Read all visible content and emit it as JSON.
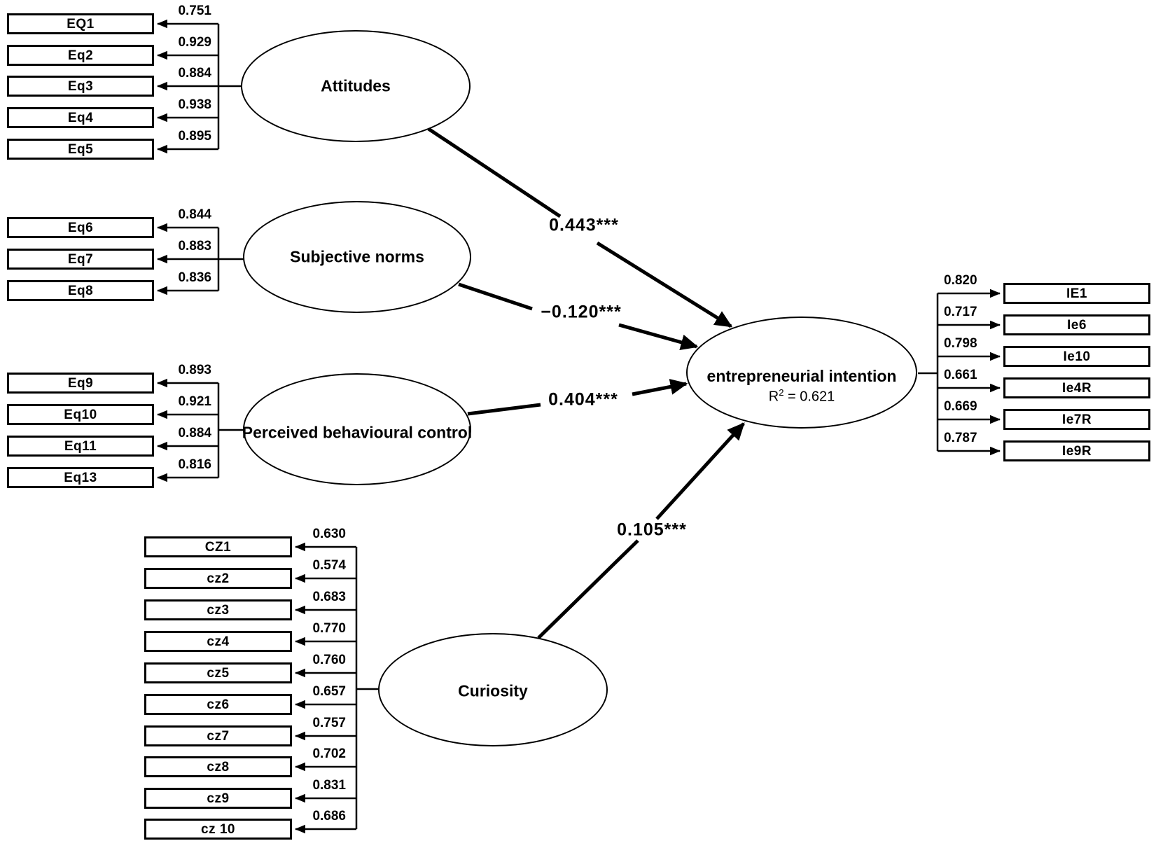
{
  "diagram_type": "structural-equation-model",
  "latents": {
    "attitudes": {
      "label": "Attitudes",
      "path_coefficient": "0.443***"
    },
    "subjective_norms": {
      "label": "Subjective norms",
      "path_coefficient": "−0.120***"
    },
    "perceived_behavioural_control": {
      "label": "Perceived behavioural control",
      "path_coefficient": "0.404***"
    },
    "curiosity": {
      "label": "Curiosity",
      "path_coefficient": "0.105***"
    }
  },
  "outcome": {
    "label": "entrepreneurial intention",
    "r_squared_base": "R",
    "r_squared_exponent": "2",
    "r_squared_value": " = 0.621"
  },
  "indicators": {
    "attitudes": [
      {
        "name": "EQ1",
        "loading": "0.751"
      },
      {
        "name": "Eq2",
        "loading": "0.929"
      },
      {
        "name": "Eq3",
        "loading": "0.884"
      },
      {
        "name": "Eq4",
        "loading": "0.938"
      },
      {
        "name": "Eq5",
        "loading": "0.895"
      }
    ],
    "subjective_norms": [
      {
        "name": "Eq6",
        "loading": "0.844"
      },
      {
        "name": "Eq7",
        "loading": "0.883"
      },
      {
        "name": "Eq8",
        "loading": "0.836"
      }
    ],
    "perceived_behavioural_control": [
      {
        "name": "Eq9",
        "loading": "0.893"
      },
      {
        "name": "Eq10",
        "loading": "0.921"
      },
      {
        "name": "Eq11",
        "loading": "0.884"
      },
      {
        "name": "Eq13",
        "loading": "0.816"
      }
    ],
    "curiosity": [
      {
        "name": "CZ1",
        "loading": "0.630"
      },
      {
        "name": "cz2",
        "loading": "0.574"
      },
      {
        "name": "cz3",
        "loading": "0.683"
      },
      {
        "name": "cz4",
        "loading": "0.770"
      },
      {
        "name": "cz5",
        "loading": "0.760"
      },
      {
        "name": "cz6",
        "loading": "0.657"
      },
      {
        "name": "cz7",
        "loading": "0.757"
      },
      {
        "name": "cz8",
        "loading": "0.702"
      },
      {
        "name": "cz9",
        "loading": "0.831"
      },
      {
        "name": "cz 10",
        "loading": "0.686"
      }
    ],
    "entrepreneurial_intention": [
      {
        "name": "IE1",
        "loading": "0.820"
      },
      {
        "name": "Ie6",
        "loading": "0.717"
      },
      {
        "name": "Ie10",
        "loading": "0.798"
      },
      {
        "name": "Ie4R",
        "loading": "0.661"
      },
      {
        "name": "Ie7R",
        "loading": "0.669"
      },
      {
        "name": "Ie9R",
        "loading": "0.787"
      }
    ]
  }
}
